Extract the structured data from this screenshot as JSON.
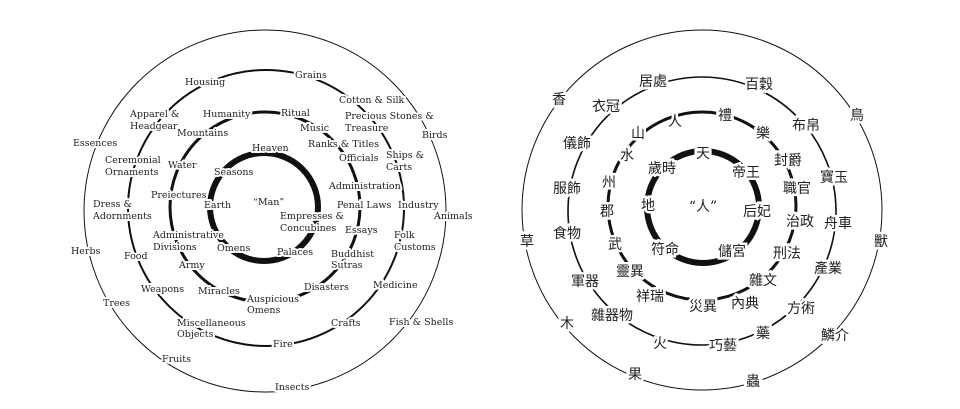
{
  "left_diagram": {
    "labels": [
      "Grains",
      "Housing",
      "Cotton & Silk",
      "Apparel &",
      "Headgear",
      "Humanity",
      "Ritual",
      "Precious Stones &",
      "Treasure",
      "Music",
      "Mountains",
      "Birds",
      "Essences",
      "Ranks & Titles",
      "Heaven",
      "Ceremonial",
      "Ornaments",
      "Water",
      "Officials",
      "Ships &",
      "Carts",
      "Seasons",
      "Administration",
      "Preiectures",
      "“Man”",
      "Earth",
      "Penal Laws",
      "Industry",
      "Dress &",
      "Adornments",
      "Animals",
      "Empresses &",
      "Concubines",
      "Essays",
      "Administrative",
      "Divisions",
      "Folk",
      "Customs",
      "Herbs",
      "Food",
      "Omens",
      "Palaces",
      "Buddhist",
      "Sutras",
      "Army",
      "Weapons",
      "Miracles",
      "Disasters",
      "Medicine",
      "Auspicious",
      "Omens",
      "Trees",
      "Miscellaneous",
      "Objects",
      "Crafts",
      "Fish & Shells",
      "Fire",
      "Fruits",
      "Insects"
    ]
  },
  "right_diagram": {
    "labels": [
      "香",
      "居處",
      "百穀",
      "鳥",
      "衣冠",
      "人",
      "禮",
      "樂",
      "布帛",
      "山",
      "儀飾",
      "天",
      "封爵",
      "水",
      "歲時",
      "帝王",
      "寶玉",
      "州",
      "職官",
      "服飾",
      "郡",
      "地",
      "“人”",
      "后妃",
      "治政",
      "舟車",
      "草",
      "食物",
      "獸",
      "武",
      "符命",
      "儲宮",
      "刑法",
      "產業",
      "靈異",
      "軍器",
      "雜文",
      "祥瑞",
      "災異",
      "內典",
      "方術",
      "雜器物",
      "木",
      "藥",
      "鱗介",
      "火",
      "巧藝",
      "果",
      "蟲"
    ]
  }
}
